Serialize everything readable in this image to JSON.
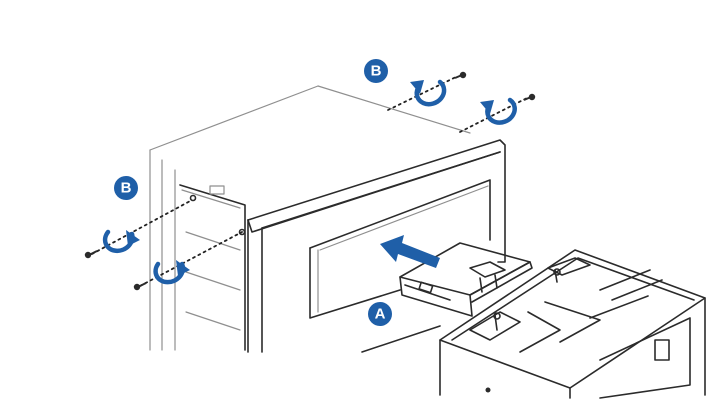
{
  "callouts": {
    "a": "A",
    "b_top": "B",
    "b_left": "B"
  },
  "colors": {
    "accent": "#1f5fa8",
    "line": "#2b2b2b",
    "light_line": "#8f8f8f"
  },
  "icons": {
    "push_arrow": "arrow-right-icon",
    "rotate": "rotate-clockwise-icon",
    "screw": "screw-icon"
  }
}
